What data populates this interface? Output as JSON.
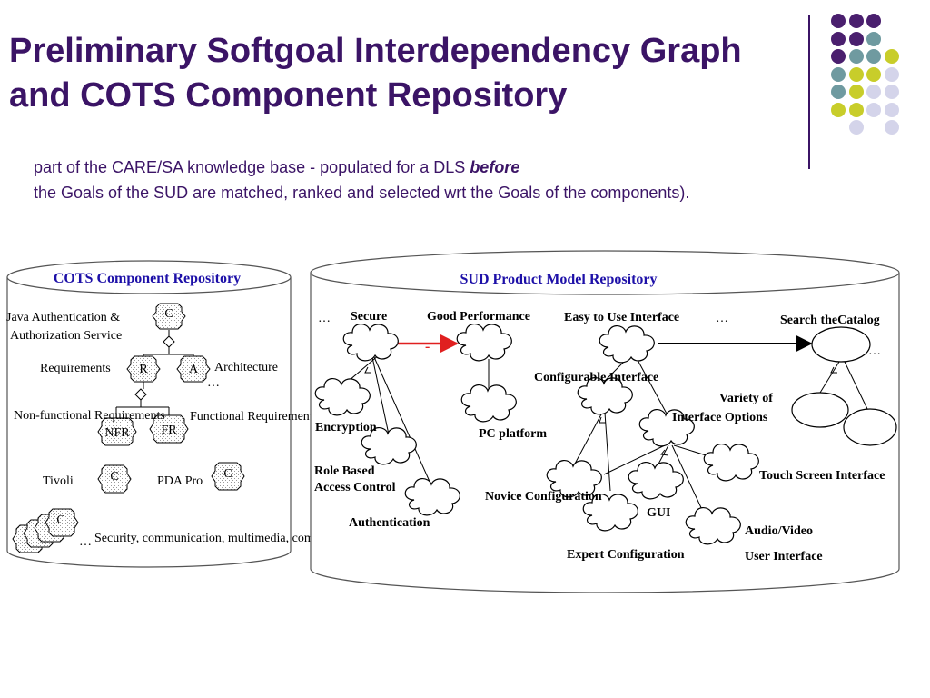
{
  "slide": {
    "title_line1": "Preliminary Softgoal Interdependency Graph",
    "title_line2": "and COTS Component Repository",
    "subtitle_line1": "part of the CARE/SA knowledge base - populated for a DLS",
    "subtitle_emphasis": "before",
    "subtitle_line2": "the Goals of the SUD are matched, ranked and selected wrt the Goals of the components)."
  },
  "colors": {
    "title": "#3b1466",
    "header_text": "#1d10a8",
    "dot_purple": "#4a1f6e",
    "dot_teal": "#6f9aa0",
    "dot_yellow": "#c8cd2a",
    "dot_lavender": "#d4d4ea",
    "arrow_red": "#e02020"
  },
  "cots": {
    "header": "COTS Component Repository",
    "java_auth_line1": "Java Authentication &",
    "java_auth_line2": "Authorization Service",
    "requirements": "Requirements",
    "architecture": "Architecture",
    "ellipsis": "…",
    "nonfunctional": "Non-functional Requirements",
    "functional": "Functional Requirements",
    "tivoli": "Tivoli",
    "pda": "PDA Pro",
    "bottom_text": "Security, communication, multimedia, compressi   on, etc. components",
    "node_c": "C",
    "node_r": "R",
    "node_a": "A",
    "node_nfr": "NFR",
    "node_fr": "FR"
  },
  "sud": {
    "header": "SUD Product Model Repository",
    "ellipsis": "…",
    "secure": "Secure",
    "good_performance": "Good Performance",
    "easy_to_use": "Easy to Use Interface",
    "search_catalog": "Search theCatalog",
    "minus_sign": "-",
    "configurable": "Configurable Interface",
    "variety_line1": "Variety of",
    "variety_line2": "Interface Options",
    "encryption": "Encryption",
    "pc_platform": "PC platform",
    "role_based_line1": "Role Based",
    "role_based_line2": "Access  Control",
    "novice": "Novice Configuration",
    "touch_screen": "Touch Screen Interface",
    "authentication": "Authentication",
    "gui": "GUI",
    "audio_video_line1": "Audio/Video",
    "audio_video_line2": "User Interface",
    "expert": "Expert Configuration"
  }
}
